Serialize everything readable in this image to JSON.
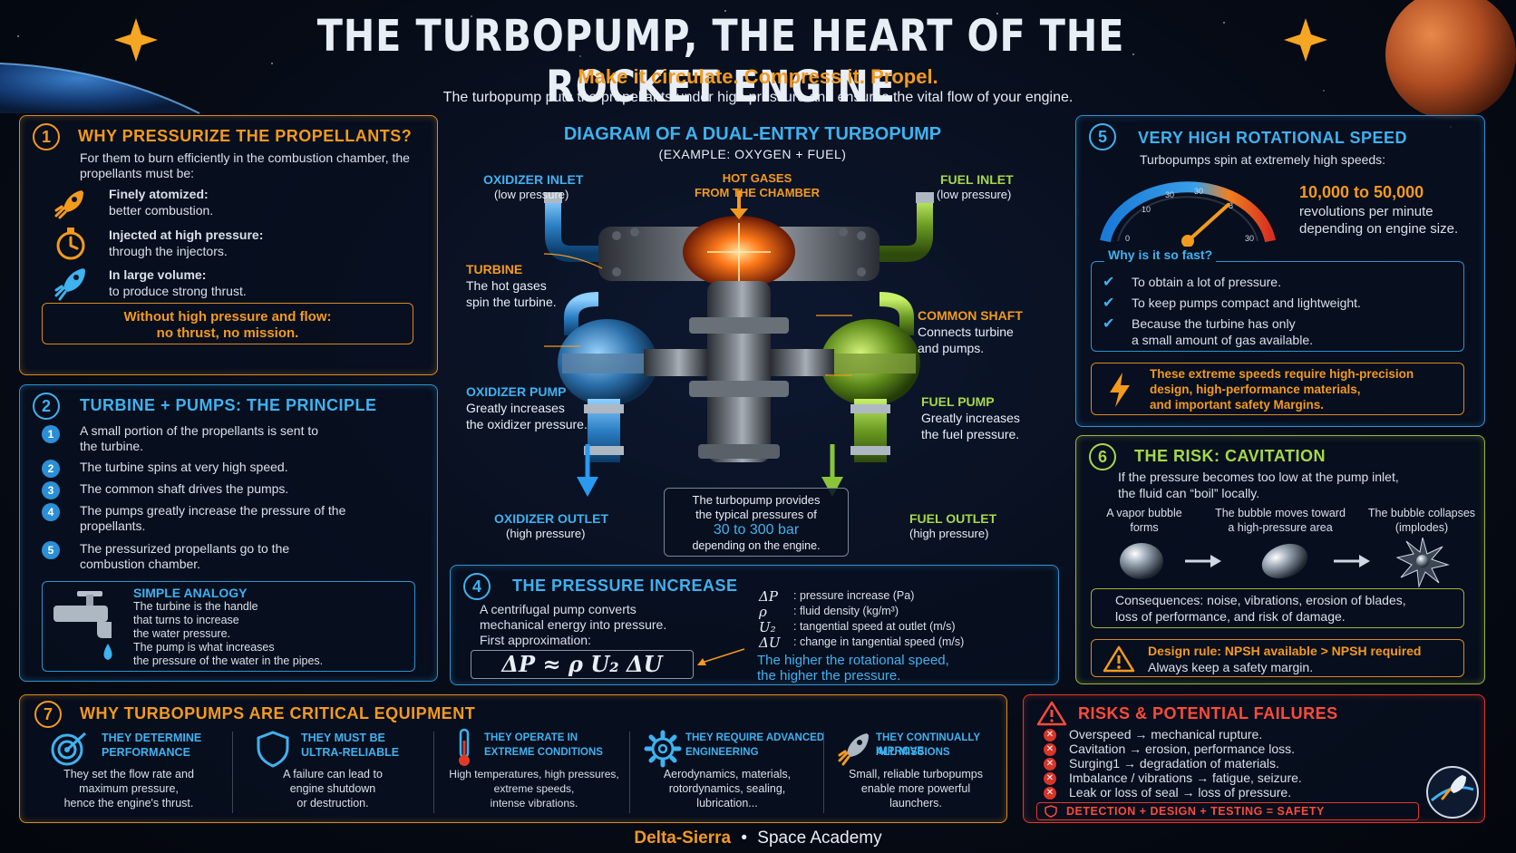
{
  "header": {
    "title": "THE TURBOPUMP, THE HEART OF THE ROCKET ENGINE",
    "subtitle": "Make it circulate. Compress it. Propel.",
    "description": "The turbopump puts the propellants under high pressure and ensures the vital flow of your engine."
  },
  "s1": {
    "num": "1",
    "title": "WHY PRESSURIZE THE PROPELLANTS?",
    "intro": "For them to burn efficiently in the combustion chamber, the propellants must be:",
    "items": [
      {
        "title": "Finely atomized:",
        "desc": "better combustion."
      },
      {
        "title": "Injected at high pressure:",
        "desc": "through the injectors."
      },
      {
        "title": "In large volume:",
        "desc": "to produce strong thrust."
      }
    ],
    "callout_1": "Without high pressure and flow:",
    "callout_2": "no thrust, no mission."
  },
  "s2": {
    "num": "2",
    "title": "TURBINE + PUMPS: THE PRINCIPLE",
    "steps": [
      {
        "n": "1",
        "text": "A small portion of the propellants is sent to the turbine."
      },
      {
        "n": "2",
        "text": "The turbine spins at very high speed."
      },
      {
        "n": "3",
        "text": "The common shaft drives the pumps."
      },
      {
        "n": "4",
        "text": "The pumps greatly increase the pressure of the propellants."
      },
      {
        "n": "5",
        "text": "The pressurized propellants go to the combustion chamber."
      }
    ],
    "analogy_title": "SIMPLE ANALOGY",
    "analogy_lines": [
      "The turbine is the handle",
      "that turns to increase",
      "the water pressure.",
      "The pump is what increases",
      "the pressure of the water in the pipes."
    ]
  },
  "diagram": {
    "title": "DIAGRAM OF A DUAL-ENTRY TURBOPUMP",
    "subtitle": "(EXAMPLE: OXYGEN + FUEL)",
    "oxidizer_inlet": "OXIDIZER INLET",
    "oxidizer_inlet_sub": "(low pressure)",
    "hot_gases_1": "HOT GASES",
    "hot_gases_2": "FROM THE CHAMBER",
    "fuel_inlet": "FUEL INLET",
    "fuel_inlet_sub": "(low pressure)",
    "turbine": "TURBINE",
    "turbine_desc_1": "The hot gases",
    "turbine_desc_2": "spin the turbine.",
    "shaft": "COMMON SHAFT",
    "shaft_desc_1": "Connects turbine",
    "shaft_desc_2": "and pumps.",
    "ox_pump": "OXIDIZER PUMP",
    "ox_pump_desc_1": "Greatly increases",
    "ox_pump_desc_2": "the oxidizer pressure.",
    "fuel_pump": "FUEL PUMP",
    "fuel_pump_desc_1": "Greatly increases",
    "fuel_pump_desc_2": "the fuel pressure.",
    "ox_outlet": "OXIDIZER OUTLET",
    "ox_outlet_sub": "(high pressure)",
    "fuel_outlet": "FUEL OUTLET",
    "fuel_outlet_sub": "(high pressure)",
    "pressure_note_1": "The turbopump provides",
    "pressure_note_2": "the typical pressures of",
    "pressure_value": "30 to 300 bar",
    "pressure_note_3": "depending on the engine."
  },
  "s4": {
    "num": "4",
    "title": "THE PRESSURE INCREASE",
    "desc_1": "A centrifugal pump converts",
    "desc_2": "mechanical energy into pressure.",
    "desc_3": "First approximation:",
    "formula": "ΔP ≈ ρ U₂ ΔU",
    "legend": [
      {
        "sym": "ΔP",
        "desc": ": pressure increase (Pa)"
      },
      {
        "sym": "ρ",
        "desc": ": fluid density (kg/m³)"
      },
      {
        "sym": "U₂",
        "desc": ": tangential speed at outlet (m/s)"
      },
      {
        "sym": "ΔU",
        "desc": ": change in tangential speed (m/s)"
      }
    ],
    "conclusion_1": "The higher the rotational speed,",
    "conclusion_2": "the higher the pressure."
  },
  "s5": {
    "num": "5",
    "title": "VERY HIGH ROTATIONAL SPEED",
    "intro": "Turbopumps spin at extremely high speeds:",
    "gauge_ticks": [
      "0",
      "10",
      "30",
      "30",
      "8",
      "30"
    ],
    "gauge_level": 0.72,
    "speed": "10,000 to 50,000",
    "speed_desc_1": "revolutions per minute",
    "speed_desc_2": "depending on engine size.",
    "why_title": "Why is it so fast?",
    "reasons": [
      "To obtain a lot of pressure.",
      "To keep pumps compact and lightweight.",
      "Because the turbine has only",
      "a small amount of gas available."
    ],
    "warn_1": "These extreme speeds require high-precision",
    "warn_2": "design, high-performance materials,",
    "warn_3": "and important safety Margins."
  },
  "s6": {
    "num": "6",
    "title": "THE RISK: CAVITATION",
    "intro_1": "If the pressure becomes too low at the pump inlet,",
    "intro_2": "the fluid can “boil” locally.",
    "stage1_1": "A vapor bubble",
    "stage1_2": "forms",
    "stage2_1": "The bubble moves toward",
    "stage2_2": "a high-pressure area",
    "stage3_1": "The bubble collapses",
    "stage3_2": "(implodes)",
    "consequences_1": "Consequences: noise, vibrations, erosion of blades,",
    "consequences_2": "loss of performance, and risk of damage.",
    "rule": "Design rule: NPSH available > NPSH required",
    "rule_sub": "Always keep a safety margin."
  },
  "s7": {
    "num": "7",
    "title": "WHY TURBOPUMPS ARE CRITICAL EQUIPMENT",
    "cols": [
      {
        "t1": "THEY DETERMINE",
        "t2": "PERFORMANCE",
        "d": [
          "They set the flow rate and",
          "maximum pressure,",
          "hence the engine's thrust."
        ]
      },
      {
        "t1": "THEY MUST BE",
        "t2": "ULTRA-RELIABLE",
        "d": [
          "A failure can lead to",
          "engine shutdown",
          "or destruction."
        ]
      },
      {
        "t1": "THEY OPERATE IN",
        "t2": "EXTREME CONDITIONS",
        "d": [
          "High temperatures, high pressures,",
          "extreme speeds,",
          "intense vibrations."
        ]
      },
      {
        "t1": "THEY REQUIRE ADVANCED",
        "t2": "ENGINEERING",
        "d": [
          "Aerodynamics, materials,",
          "rotordynamics, sealing,",
          "lubrication..."
        ]
      },
      {
        "t1": "THEY CONTINUALLY IMPROVE",
        "t2": "ALL MISSIONS",
        "d": [
          "Small, reliable turbopumps",
          "enable more powerful",
          "launchers."
        ]
      }
    ]
  },
  "risks": {
    "title": "RISKS & POTENTIAL FAILURES",
    "items": [
      "Overspeed → mechanical rupture.",
      "Cavitation → erosion, performance loss.",
      "Surging1 → degradation of materials.",
      "Imbalance / vibrations → fatigue, seizure.",
      "Leak or loss of seal → loss of pressure."
    ],
    "footer": "DETECTION + DESIGN + TESTING = SAFETY"
  },
  "footer": {
    "brand": "Delta-Sierra",
    "sep": "•",
    "academy": "Space Academy"
  },
  "colors": {
    "orange": "#f39a1e",
    "blue": "#3fb2f0",
    "green": "#a6d84a",
    "red": "#ff4a3a"
  }
}
